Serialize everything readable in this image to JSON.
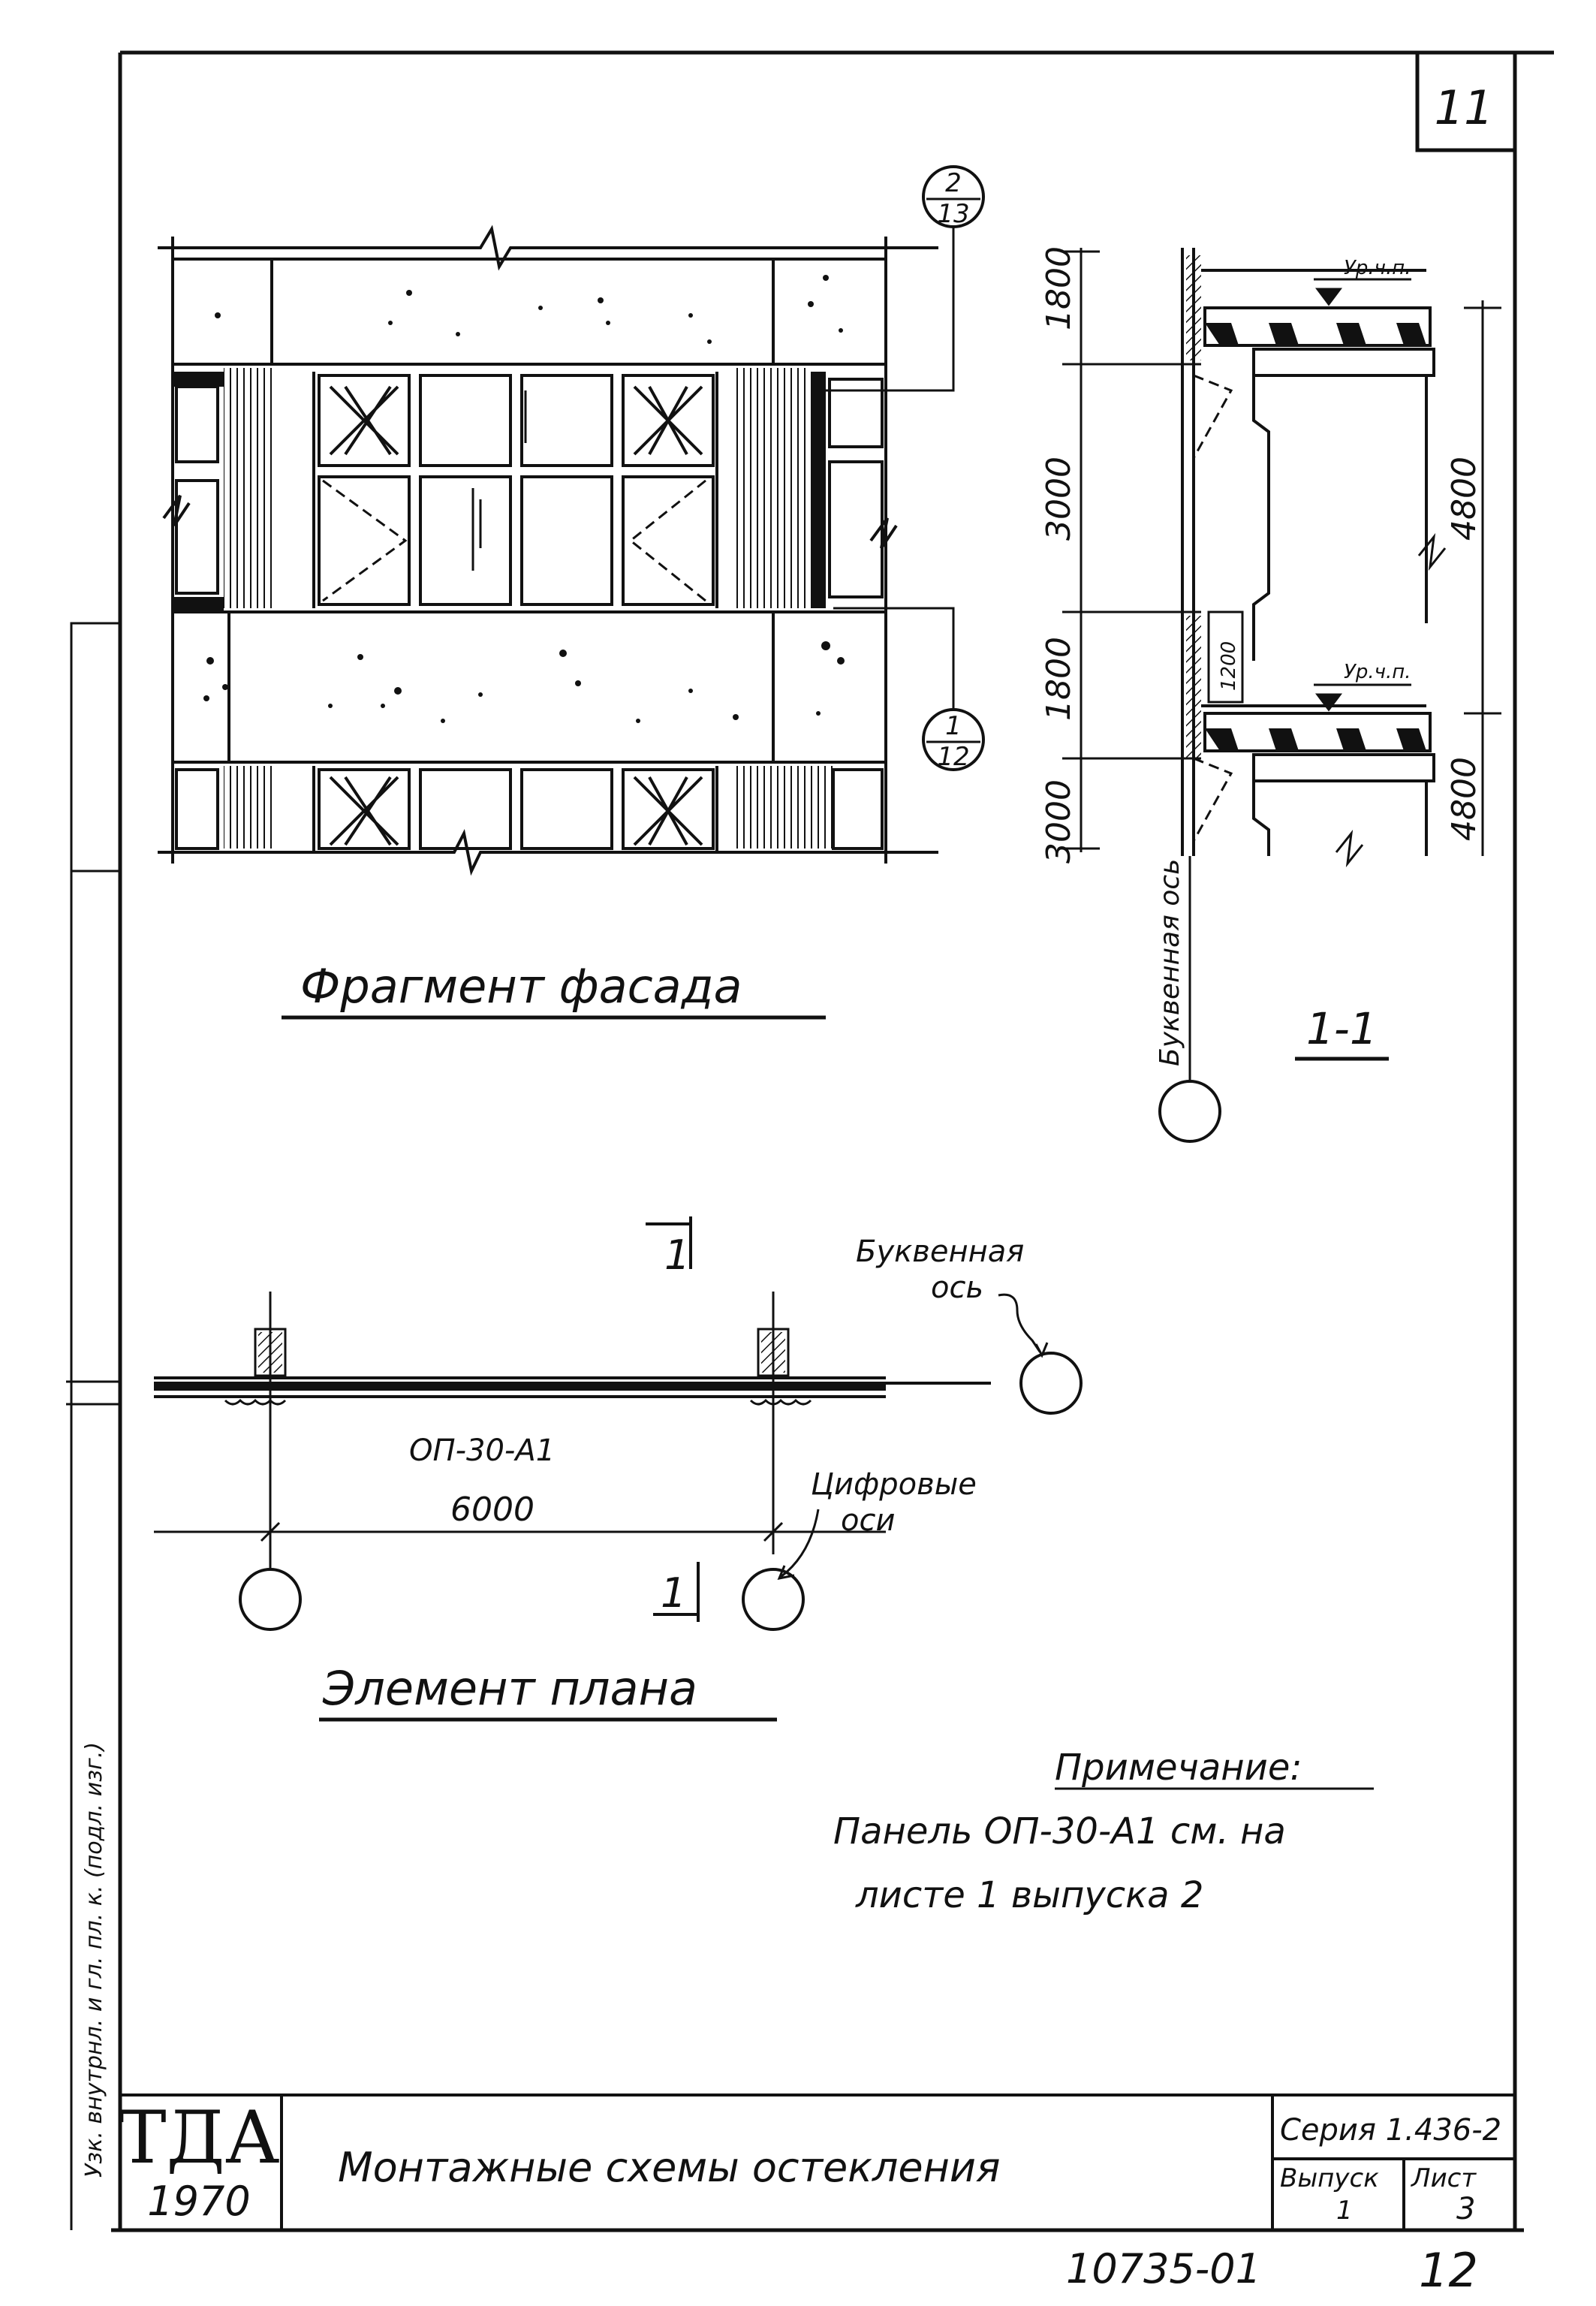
{
  "sheet_corner_number": "11",
  "facade": {
    "callout_top": {
      "num": "2",
      "den": "13"
    },
    "callout_bottom": {
      "num": "1",
      "den": "12"
    },
    "title": "Фрагмент фасада"
  },
  "section": {
    "dims_left": [
      "1800",
      "3000",
      "1800",
      "3000"
    ],
    "dims_right": [
      "4800",
      "4800"
    ],
    "inner_dim": "1200",
    "level_top": "Ур.ч.п.",
    "level_bottom": "Ур.ч.п.",
    "axis_label": "Буквенная ось",
    "title": "1-1"
  },
  "plan": {
    "section_mark_top": "1",
    "section_mark_bottom": "1",
    "letter_axis_label": "Буквенная ось",
    "panel_label": "ОП-30-А1",
    "dimension": "6000",
    "digit_axes_label": "Цифровые оси",
    "title": "Элемент плана"
  },
  "note": {
    "heading": "Примечание:",
    "line1": "Панель ОП-30-А1 см. на",
    "line2": "листе 1 выпуска 2"
  },
  "side_stamp": "Узк. внутрнл. и гл. пл. к. (подл. изг.)",
  "title_block": {
    "org": "ТДА",
    "year": "1970",
    "title": "Монтажные схемы остекления",
    "series": "Серия 1.436-2",
    "issue_label": "Выпуск",
    "issue_value": "1",
    "sheet_label": "Лист",
    "sheet_value": "3"
  },
  "doc_number": "10735-01",
  "page_number": "12"
}
